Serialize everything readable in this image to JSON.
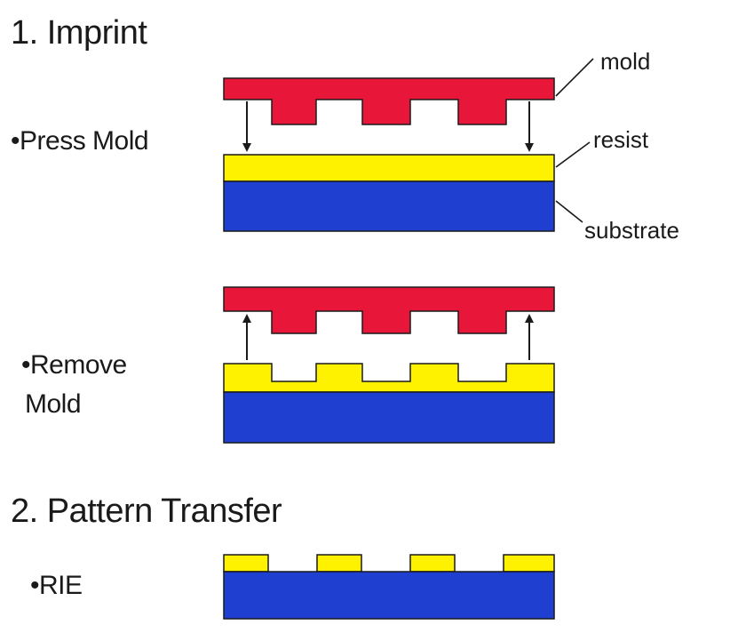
{
  "sections": {
    "imprint": {
      "title": "1. Imprint"
    },
    "transfer": {
      "title": "2. Pattern Transfer"
    }
  },
  "steps": {
    "press": {
      "label": "•Press Mold"
    },
    "remove": {
      "line1": "•Remove",
      "line2": "Mold"
    },
    "rie": {
      "label": "•RIE"
    }
  },
  "callouts": {
    "mold": "mold",
    "resist": "resist",
    "substrate": "substrate"
  },
  "colors": {
    "mold": "#e8173a",
    "resist": "#fff200",
    "substrate": "#1f3fd1",
    "outline": "#1a1a1a"
  }
}
